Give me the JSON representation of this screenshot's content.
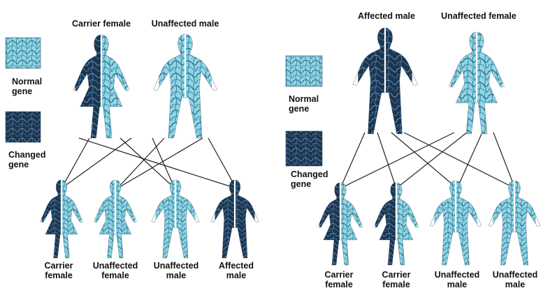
{
  "colors": {
    "normal_light": "#8fd6e6",
    "normal_mid": "#5ab6cc",
    "normal_dark": "#1f5d78",
    "changed_dark": "#1c3550",
    "changed_mid": "#2b5b82",
    "line": "#222222"
  },
  "left_panel": {
    "parents": [
      {
        "label": "Carrier female",
        "sex": "female",
        "status": "carrier"
      },
      {
        "label": "Unaffected male",
        "sex": "male",
        "status": "unaffected"
      }
    ],
    "legend": [
      {
        "type": "normal",
        "line1": "Normal",
        "line2": "gene"
      },
      {
        "type": "changed",
        "line1": "Changed",
        "line2": "gene"
      }
    ],
    "children": [
      {
        "line1": "Carrier",
        "line2": "female",
        "sex": "female",
        "status": "carrier"
      },
      {
        "line1": "Unaffected",
        "line2": "female",
        "sex": "female",
        "status": "unaffected"
      },
      {
        "line1": "Unaffected",
        "line2": "male",
        "sex": "male",
        "status": "unaffected"
      },
      {
        "line1": "Affected",
        "line2": "male",
        "sex": "male",
        "status": "affected"
      }
    ]
  },
  "right_panel": {
    "parents": [
      {
        "label": "Affected male",
        "sex": "male",
        "status": "affected"
      },
      {
        "label": "Unaffected female",
        "sex": "female",
        "status": "unaffected"
      }
    ],
    "legend": [
      {
        "type": "normal",
        "line1": "Normal",
        "line2": "gene"
      },
      {
        "type": "changed",
        "line1": "Changed",
        "line2": "gene"
      }
    ],
    "children": [
      {
        "line1": "Carrier",
        "line2": "female",
        "sex": "female",
        "status": "carrier"
      },
      {
        "line1": "Carrier",
        "line2": "female",
        "sex": "female",
        "status": "carrier"
      },
      {
        "line1": "Unaffected",
        "line2": "male",
        "sex": "male",
        "status": "unaffected"
      },
      {
        "line1": "Unaffected",
        "line2": "male",
        "sex": "male",
        "status": "unaffected"
      }
    ]
  }
}
